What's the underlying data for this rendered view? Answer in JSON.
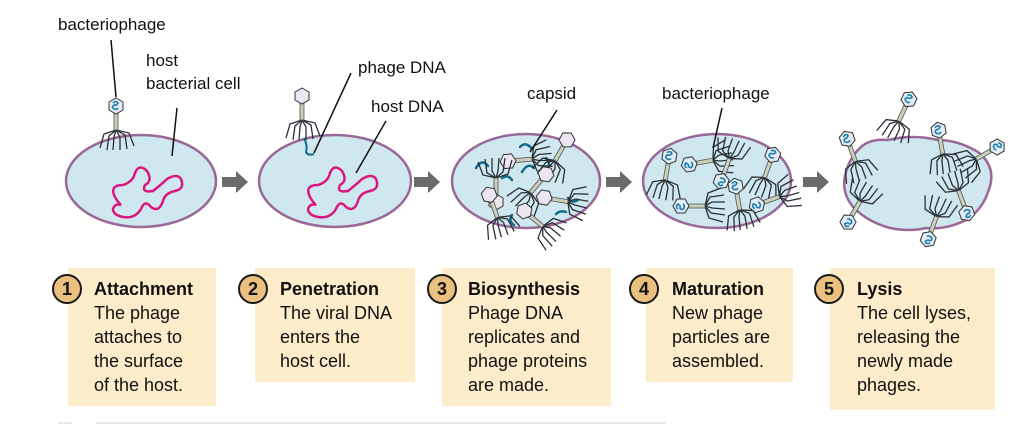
{
  "colors": {
    "cell_fill": "#cfe7ef",
    "cell_stroke": "#9a6796",
    "host_dna": "#d9177f",
    "phage_dna": "#136b8a",
    "arrow": "#6b6b6b",
    "box_fill": "#fcecc9",
    "badge_fill": "#e9c07f"
  },
  "labels": {
    "bacteriophage_1": "bacteriophage",
    "host_line1": "host",
    "host_line2": "bacterial cell",
    "phage_dna": "phage DNA",
    "host_dna": "host DNA",
    "capsid": "capsid",
    "bacteriophage_2": "bacteriophage"
  },
  "steps": [
    {
      "number": "1",
      "title": "Attachment",
      "description": "The phage\nattaches to\nthe surface\nof the host."
    },
    {
      "number": "2",
      "title": "Penetration",
      "description": "The viral DNA\nenters the\nhost cell."
    },
    {
      "number": "3",
      "title": "Biosynthesis",
      "description": "Phage DNA\nreplicates and\nphage proteins\nare made."
    },
    {
      "number": "4",
      "title": "Maturation",
      "description": "New phage\nparticles are\nassembled."
    },
    {
      "number": "5",
      "title": "Lysis",
      "description": "The cell lyses,\nreleasing the\nnewly made\nphages."
    }
  ]
}
